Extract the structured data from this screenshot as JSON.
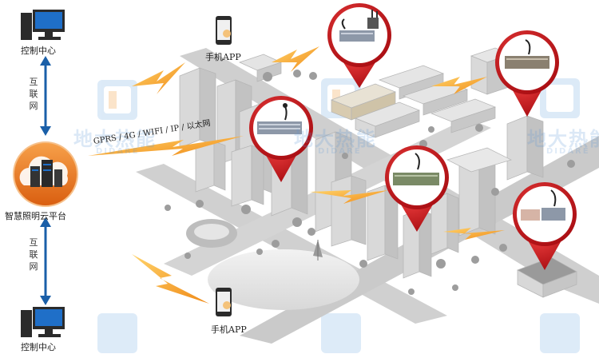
{
  "nodes": {
    "control_center_top": "控制中心",
    "control_center_bottom": "控制中心",
    "cloud_platform": "智慧照明云平台",
    "mobile_app_top": "手机APP",
    "mobile_app_bottom": "手机APP",
    "link_internet_top": "互联网",
    "link_internet_bottom": "互联网",
    "network_types": "GPRS / 4G / WIFI / IP / 以太网"
  },
  "watermark": {
    "brand": "地大热能",
    "brand_latin": "DIDARE"
  },
  "colors": {
    "accent_orange": "#f39a2a",
    "link_blue": "#1a5fa8",
    "pin_red": "#c8141c",
    "cloud_orange": "#ee7d1f"
  }
}
